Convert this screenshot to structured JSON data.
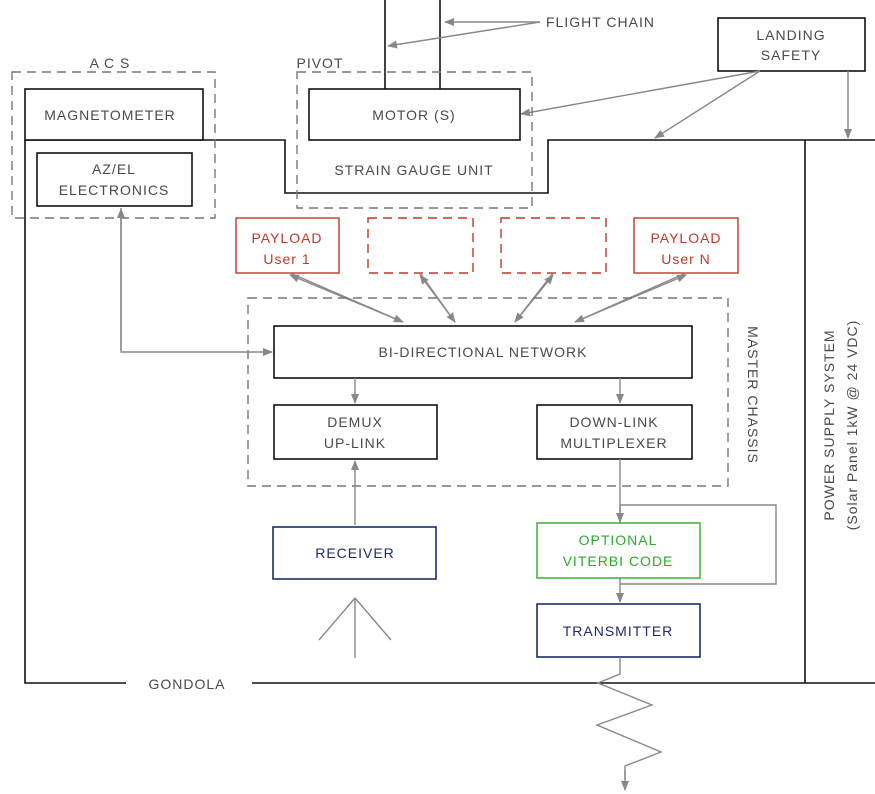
{
  "labels": {
    "flight_chain": "FLIGHT CHAIN",
    "landing_safety_1": "LANDING",
    "landing_safety_2": "SAFETY",
    "acs": "A C S",
    "pivot": "PIVOT",
    "magnetometer": "MAGNETOMETER",
    "motors": "MOTOR (S)",
    "strain_gauge": "STRAIN GAUGE UNIT",
    "azel_1": "AZ/EL",
    "azel_2": "ELECTRONICS",
    "payload_1_line1": "PAYLOAD",
    "payload_1_line2": "User 1",
    "payload_n_line1": "PAYLOAD",
    "payload_n_line2": "User N",
    "network": "BI-DIRECTIONAL  NETWORK",
    "master_chassis": "MASTER CHASSIS",
    "demux_1": "DEMUX",
    "demux_2": "UP-LINK",
    "downlink_1": "DOWN-LINK",
    "downlink_2": "MULTIPLEXER",
    "receiver": "RECEIVER",
    "viterbi_1": "OPTIONAL",
    "viterbi_2": "VITERBI CODE",
    "transmitter": "TRANSMITTER",
    "gondola": "GONDOLA",
    "power_1": "POWER SUPPLY SYSTEM",
    "power_2": "(Solar Panel  1kW @ 24 VDC)"
  },
  "colors": {
    "payload": "#c0392b",
    "viterbi": "#2eaa2e",
    "rf_blocks": "#1f2b6b",
    "connector": "#888888"
  }
}
